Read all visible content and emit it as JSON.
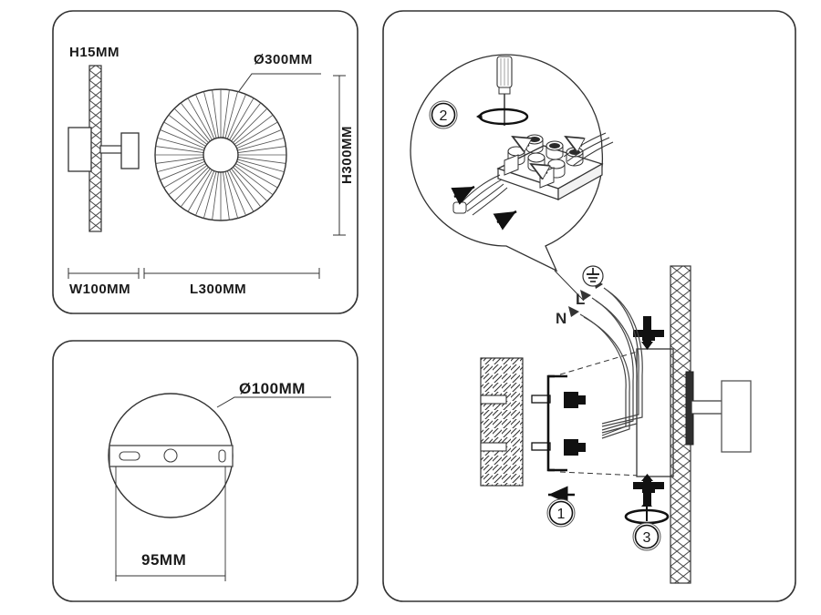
{
  "document": {
    "type": "technical-installation-diagram",
    "product": "Round pleated wall sconce",
    "background_color": "#ffffff",
    "line_color": "#333333",
    "text_color": "#1a1a1a"
  },
  "panels": [
    {
      "id": "panel-dimensions-side",
      "name": "product-dimensions-panel",
      "position": "top-left"
    },
    {
      "id": "panel-ceiling-plate",
      "name": "mounting-plate-panel",
      "position": "bottom-left"
    },
    {
      "id": "panel-installation",
      "name": "installation-steps-panel",
      "position": "right"
    }
  ],
  "dimensions_panel": {
    "labels": {
      "wall_thickness": "H15MM",
      "shade_diameter": "Ø300MM",
      "height": "H300MM",
      "width": "W100MM",
      "length": "L300MM"
    }
  },
  "plate_panel": {
    "labels": {
      "plate_diameter": "Ø100MM",
      "bar_length": "95MM"
    }
  },
  "installation_panel": {
    "steps": [
      {
        "number": "1",
        "name": "attach-bracket-to-wall"
      },
      {
        "number": "2",
        "name": "wire-terminal-block"
      },
      {
        "number": "3",
        "name": "tighten-finial-screw"
      }
    ],
    "wire_labels": {
      "earth": "⏚",
      "live": "L",
      "neutral": "N"
    }
  }
}
